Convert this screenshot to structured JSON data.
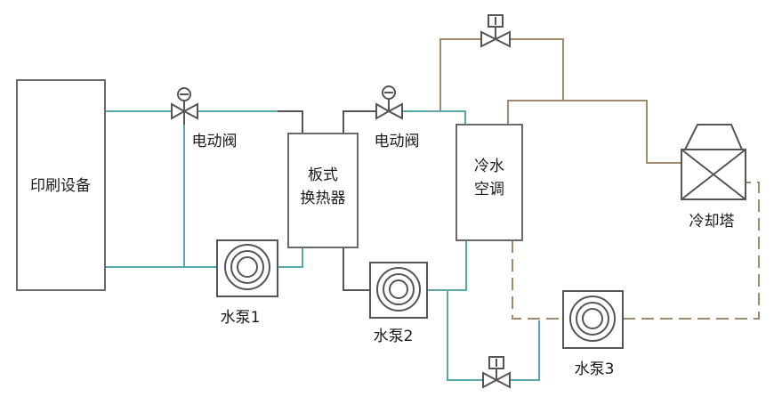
{
  "colors": {
    "teal_pipe": "#5aa7a9",
    "tan_pipe": "#a08a6c",
    "dark_pipe": "#555555",
    "outline": "#6a6a6a"
  },
  "equipment": {
    "printer": "印刷设备",
    "heat_exchanger_line1": "板式",
    "heat_exchanger_line2": "换热器",
    "chiller_line1": "冷水",
    "chiller_line2": "空调",
    "cooling_tower": "冷却塔"
  },
  "valves": {
    "electric_valve_1": "电动阀",
    "electric_valve_2": "电动阀"
  },
  "pumps": {
    "pump_1": "水泵1",
    "pump_2": "水泵2",
    "pump_3": "水泵3"
  },
  "icons": [
    "motorized-valve-icon",
    "manual-valve-icon",
    "pump-icon",
    "cooling-tower-icon"
  ]
}
